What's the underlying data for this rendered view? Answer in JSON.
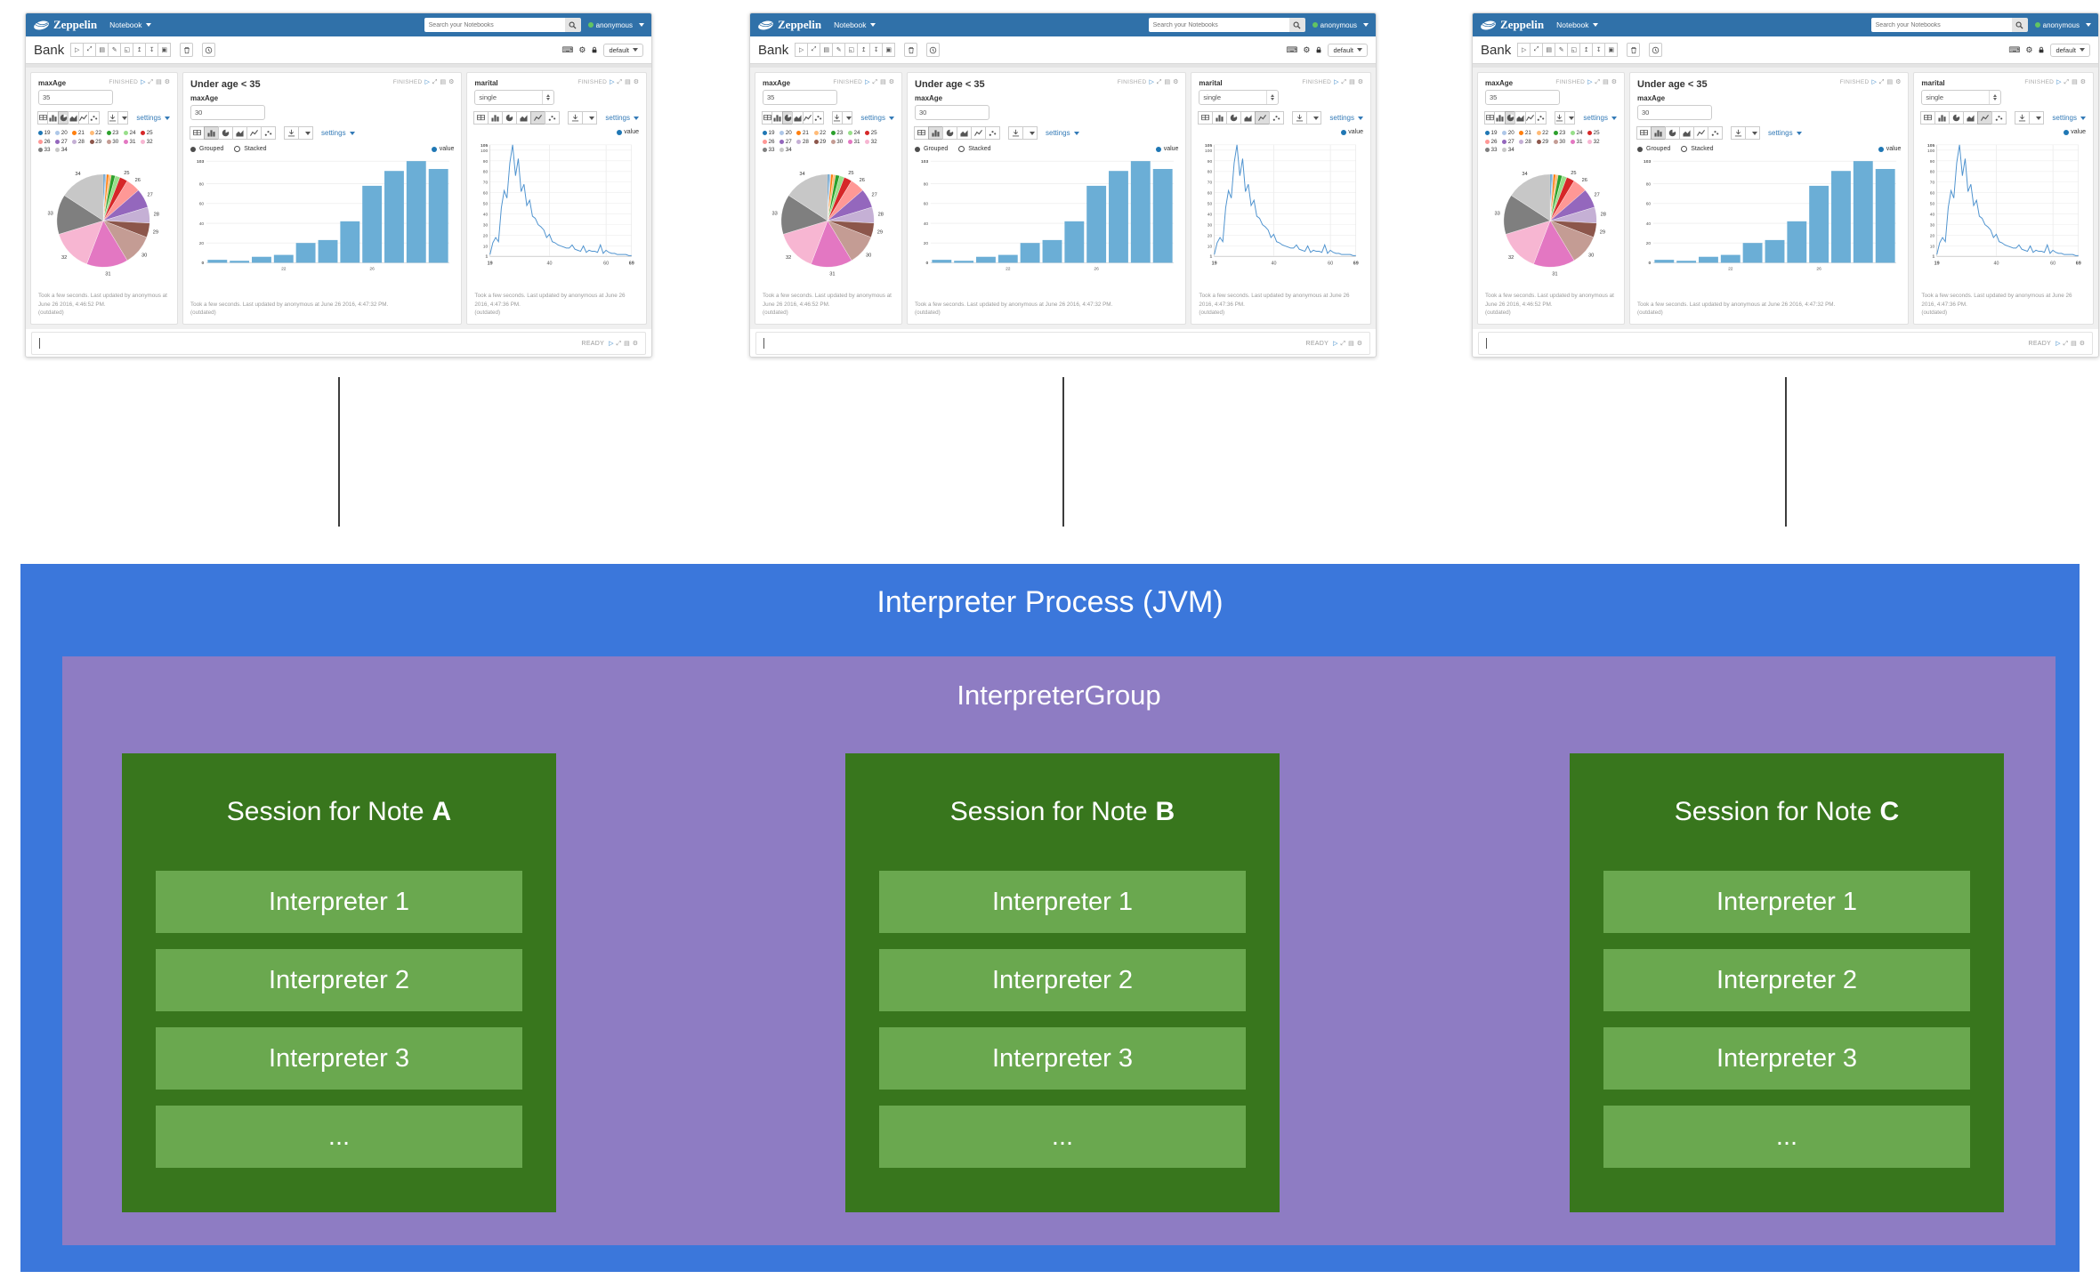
{
  "colors": {
    "navbar": "#3071a9",
    "accent_link": "#337ab7",
    "bar_fill": "#6baed6",
    "line_stroke": "#4f93cf",
    "legend_dot": "#1f77b4",
    "process_bg": "#3b77db",
    "group_bg": "#8e7cc3",
    "session_bg": "#38761d",
    "interpreter_bg": "#6aa84f",
    "online_dot": "#62c462"
  },
  "icons": {
    "run": "▷",
    "resize": "⤢",
    "editor": "▤",
    "gear": "⚙",
    "keyboard": "⌨"
  },
  "windows": {
    "count": 3,
    "note": "three identical Zeppelin notebook screenshots",
    "navbar": {
      "brand": "Zeppelin",
      "menu_label": "Notebook",
      "search_placeholder": "Search your Notebooks",
      "user_label": "anonymous"
    },
    "note_toolbar": {
      "title": "Bank",
      "buttons": [
        {
          "name": "run-all-button",
          "glyph": "▷"
        },
        {
          "name": "show-hide-code-button",
          "glyph": "⤢"
        },
        {
          "name": "show-hide-output-button",
          "glyph": "▤"
        },
        {
          "name": "clear-output-button",
          "glyph": "✎"
        },
        {
          "name": "clone-note-button",
          "glyph": "◱"
        },
        {
          "name": "export-note-button",
          "glyph": "↥"
        },
        {
          "name": "import-note-button",
          "glyph": "↧"
        },
        {
          "name": "version-control-button",
          "glyph": "▣"
        }
      ],
      "default_label": "default"
    },
    "chart_toolbar": {
      "buttons": [
        "table",
        "bar",
        "pie",
        "area",
        "line",
        "scatter"
      ],
      "settings_label": "settings"
    },
    "paragraphs": [
      {
        "status": "FINISHED",
        "form_label": "maxAge",
        "form_value": "35",
        "selected_chart": "pie",
        "footer_line1": "Took a few seconds. Last updated by anonymous at June 26 2016, 4:46:52 PM.",
        "footer_line2": "(outdated)"
      },
      {
        "title": "Under age < 35",
        "status": "FINISHED",
        "form_label": "maxAge",
        "form_value": "30",
        "selected_chart": "bar",
        "grouped_label": "Grouped",
        "stacked_label": "Stacked",
        "value_label": "value",
        "footer_line1": "Took a few seconds. Last updated by anonymous at June 26 2016, 4:47:32 PM.",
        "footer_line2": "(outdated)"
      },
      {
        "status": "FINISHED",
        "form_label": "marital",
        "form_value": "single",
        "selected_chart": "line",
        "value_label": "value",
        "footer_line1": "Took a few seconds. Last updated by anonymous at June 26 2016, 4:47:36 PM.",
        "footer_line2": "(outdated)"
      }
    ],
    "status_bar": {
      "status_label": "READY"
    }
  },
  "chart_data": [
    {
      "type": "pie",
      "applies_to": "paragraph 1 (maxAge = 35) in each identical window",
      "categories": [
        "19",
        "20",
        "21",
        "22",
        "23",
        "24",
        "25",
        "26",
        "27",
        "28",
        "29",
        "30",
        "31",
        "32",
        "33",
        "34"
      ],
      "values": [
        2,
        2,
        3,
        3,
        5,
        6,
        10,
        18,
        24,
        20,
        18,
        38,
        52,
        52,
        50,
        57
      ],
      "colors": [
        "#1f77b4",
        "#aec7e8",
        "#ff7f0e",
        "#ffbb78",
        "#2ca02c",
        "#98df8a",
        "#d62728",
        "#ff9896",
        "#9467bd",
        "#c5b0d5",
        "#8c564b",
        "#c49c94",
        "#e377c2",
        "#f7b6d2",
        "#7f7f7f",
        "#c7c7c7"
      ],
      "legend_position": "top",
      "labels_shown": [
        "25",
        "26",
        "27",
        "28",
        "29",
        "30",
        "31",
        "32",
        "33",
        "34"
      ]
    },
    {
      "type": "bar",
      "applies_to": "paragraph 2 (Under age < 35) in each identical window",
      "categories": [
        "19",
        "20",
        "21",
        "22",
        "23",
        "24",
        "25",
        "26",
        "27",
        "28",
        "29"
      ],
      "series": [
        {
          "name": "value",
          "values": [
            3,
            2,
            6,
            8,
            20,
            23,
            42,
            78,
            93,
            103,
            95
          ]
        }
      ],
      "x_ticks_shown": [
        {
          "index": 3,
          "label": "22"
        },
        {
          "index": 7,
          "label": "26"
        }
      ],
      "y_ticks": [
        0,
        20,
        40,
        60,
        80,
        103
      ],
      "ylim": [
        0,
        103
      ],
      "modes": [
        "Grouped",
        "Stacked"
      ],
      "mode_selected": "Grouped",
      "color": "#6baed6",
      "grid": true
    },
    {
      "type": "line",
      "applies_to": "paragraph 3 (marital = single) in each identical window",
      "x_start": 19,
      "x_end": 69,
      "values": [
        2,
        13,
        18,
        14,
        46,
        62,
        55,
        88,
        105,
        76,
        92,
        61,
        68,
        48,
        53,
        38,
        36,
        30,
        28,
        25,
        18,
        21,
        14,
        13,
        11,
        10,
        9,
        8,
        8,
        11,
        7,
        6,
        5,
        10,
        4,
        6,
        5,
        5,
        4,
        11,
        3,
        6,
        4,
        3,
        3,
        2,
        2,
        2,
        2,
        1,
        1
      ],
      "series_name": "value",
      "x_ticks_shown": [
        19,
        40,
        60,
        69
      ],
      "y_ticks": [
        1,
        10,
        20,
        30,
        40,
        50,
        60,
        70,
        80,
        90,
        100,
        105
      ],
      "ylim": [
        0,
        105
      ],
      "color": "#4f93cf",
      "grid": true
    }
  ],
  "diagram": {
    "process_title": "Interpreter Process (JVM)",
    "group_title": "InterpreterGroup",
    "sessions": [
      {
        "label": "Session for Note",
        "note_letter": "A",
        "interpreters": [
          "Interpreter 1",
          "Interpreter 2",
          "Interpreter 3",
          "..."
        ]
      },
      {
        "label": "Session for Note",
        "note_letter": "B",
        "interpreters": [
          "Interpreter 1",
          "Interpreter 2",
          "Interpreter 3",
          "..."
        ]
      },
      {
        "label": "Session for Note",
        "note_letter": "C",
        "interpreters": [
          "Interpreter 1",
          "Interpreter 2",
          "Interpreter 3",
          "..."
        ]
      }
    ]
  }
}
